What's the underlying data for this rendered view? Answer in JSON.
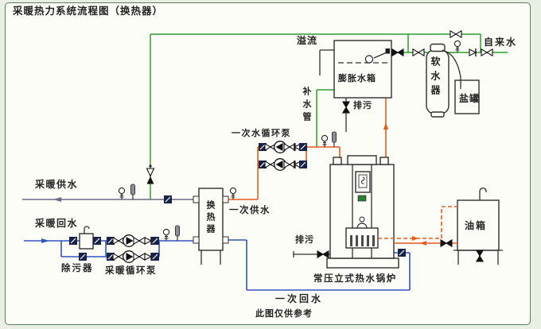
{
  "title": "采暖热力系统流程图（换热器）",
  "footnote": "此图仅供参考",
  "colors": {
    "bg": "#e9efe2",
    "panel_bg": "#fcfdf7",
    "panel_border": "#5f7d5f",
    "ink": "#2f2f2f",
    "green": "#2f9e2f",
    "orange": "#e85a1e",
    "blue": "#3353bd",
    "pipe_gray": "#6b6b85",
    "indicator_green": "#2e7d32"
  },
  "labels": {
    "overflow": "溢流",
    "expansion_tank": "膨胀水箱",
    "makeup_pipe": "补水管",
    "tank_drain": "排污",
    "tap_water": "自来水",
    "softener": "软水器",
    "salt_tank": "盐罐",
    "primary_pumps": "一次水循环泵",
    "heating_supply": "采暖供水",
    "heat_exchanger": "换热器",
    "primary_supply": "一次供水",
    "heating_return": "采暖回水",
    "dirt_separator": "除污器",
    "heating_pumps": "采暖循环泵",
    "boiler_drain": "排污",
    "boiler": "常压立式热水锅炉",
    "oil_tank": "油箱",
    "primary_return": "一次回水",
    "icons": {
      "valve": "valve-icon",
      "check_valve": "check-valve-icon",
      "pump": "pump-icon",
      "pressure_gauge": "pressure-gauge-icon",
      "thermometer": "thermometer-icon",
      "float_valve": "float-valve-icon",
      "flow_arrow": "flow-arrow-icon"
    }
  }
}
